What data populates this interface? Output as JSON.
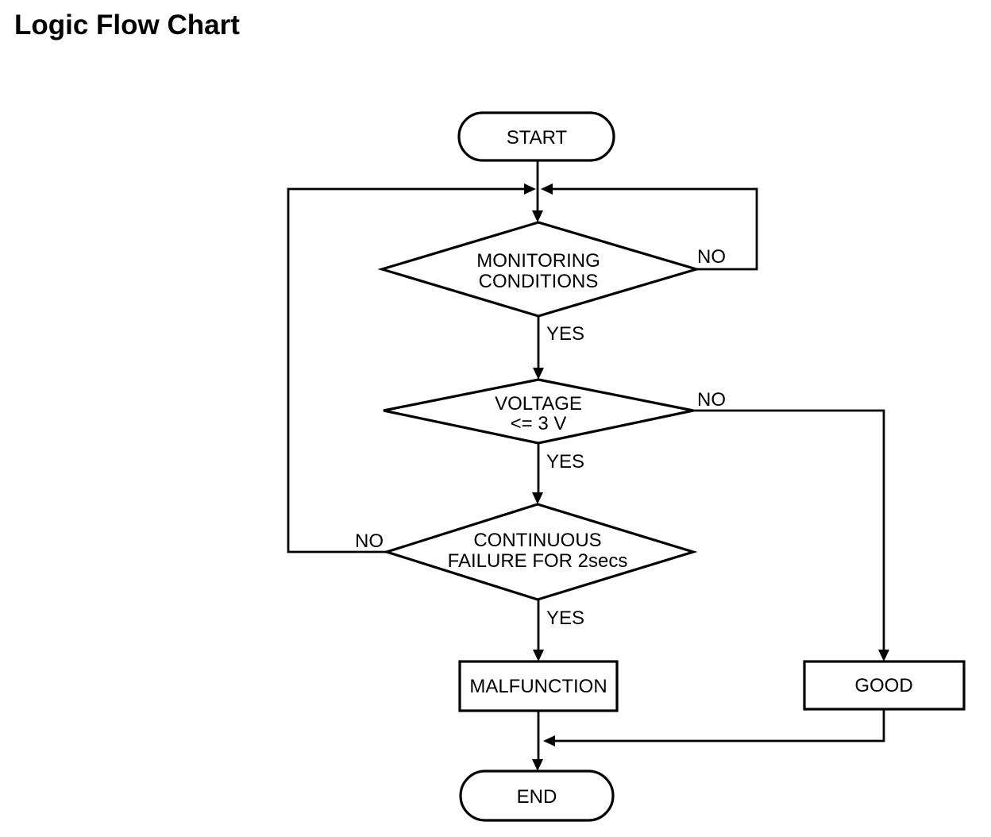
{
  "title": "Logic Flow Chart",
  "flowchart": {
    "nodes": {
      "start": {
        "label": "START",
        "shape": "terminator"
      },
      "monitoring_conditions": {
        "line1": "MONITORING",
        "line2": "CONDITIONS",
        "shape": "decision"
      },
      "voltage_check": {
        "line1": "VOLTAGE",
        "line2": "<= 3 V",
        "shape": "decision"
      },
      "continuous_failure": {
        "line1": "CONTINUOUS",
        "line2": "FAILURE FOR 2secs",
        "shape": "decision"
      },
      "malfunction": {
        "label": "MALFUNCTION",
        "shape": "process"
      },
      "good": {
        "label": "GOOD",
        "shape": "process"
      },
      "end": {
        "label": "END",
        "shape": "terminator"
      }
    },
    "branch_labels": {
      "monitoring_no": "NO",
      "monitoring_yes": "YES",
      "voltage_no": "NO",
      "voltage_yes": "YES",
      "continuous_no": "NO",
      "continuous_yes": "YES"
    },
    "colors": {
      "line": "#000000",
      "background": "#ffffff",
      "text": "#000000"
    }
  }
}
